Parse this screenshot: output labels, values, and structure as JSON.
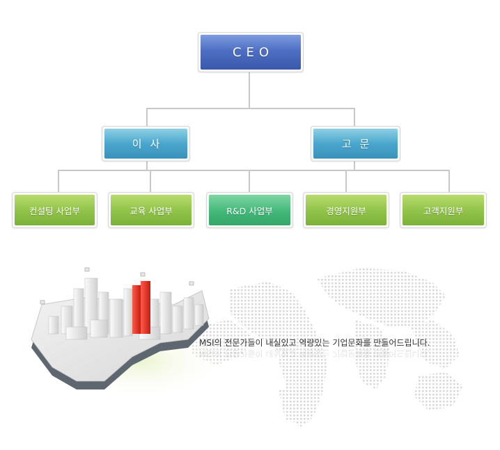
{
  "org": {
    "ceo": "CEO",
    "director": "이사",
    "advisor": "고문",
    "departments": [
      {
        "label": "컨설팅 사업부",
        "color": "#8fc248"
      },
      {
        "label": "교육 사업부",
        "color": "#8fc248"
      },
      {
        "label": "R&D 사업부",
        "color": "#43b879"
      },
      {
        "label": "경영지원부",
        "color": "#8fc248"
      },
      {
        "label": "고객지원부",
        "color": "#8fc248"
      }
    ]
  },
  "slogan": "MSI의 전문가들이 내실있고 역량있는 기업문화를 만들어드립니다.",
  "colors": {
    "ceo": "#4e6fc4",
    "mid": "#4aa6cc",
    "dept": "#8fc248",
    "dept_highlight": "#43b879",
    "connector": "#c8c8c8"
  }
}
